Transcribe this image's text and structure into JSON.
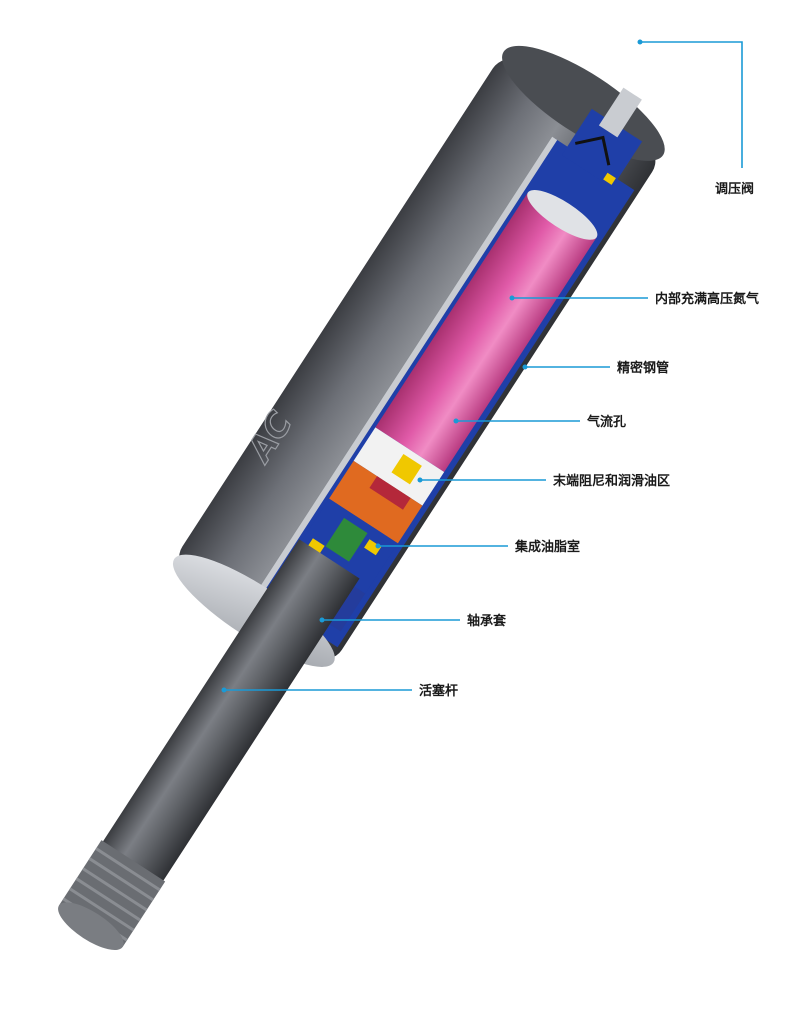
{
  "labels": {
    "valve": "调压阀",
    "nitrogen": "内部充满高压氮气",
    "tube": "精密钢管",
    "gas_hole": "气流孔",
    "damping": "末端阻尼和润滑油区",
    "grease": "集成油脂室",
    "bearing": "轴承套",
    "rod": "活塞杆"
  },
  "brand_mark": "AC",
  "colors": {
    "leader": "#1a9ad6",
    "nitrogen": "#d0479a",
    "steel": "#5a5d63",
    "blue_parts": "#1f3fa8",
    "yellow_parts": "#f0c800",
    "orange_parts": "#e06a20",
    "green_parts": "#2e8a3a"
  }
}
